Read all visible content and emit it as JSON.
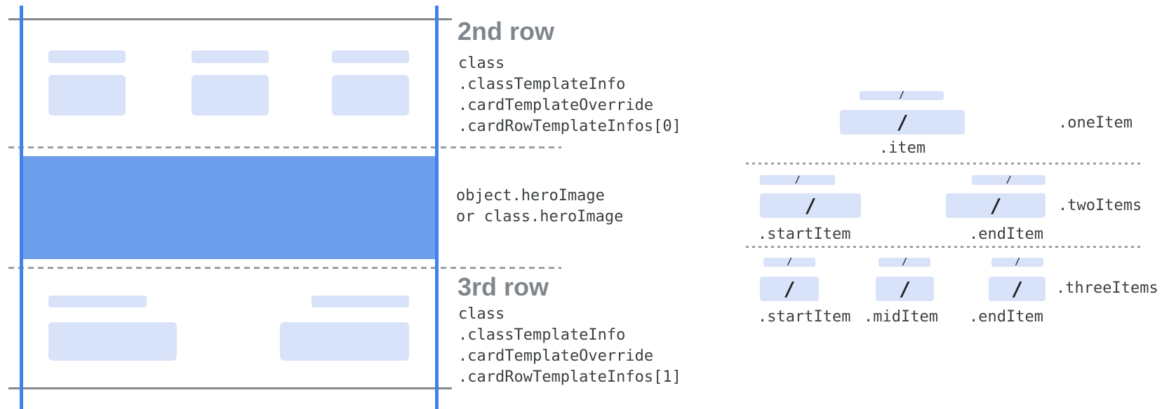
{
  "colors": {
    "accent_blue": "#4181ee",
    "hero_blue": "#6d9eeb",
    "placeholder_blue": "#d8e2f8",
    "line_gray": "#85898e",
    "dash_gray": "#9aa0a6",
    "heading_gray": "#7f868c",
    "code_text": "#3c4043",
    "slash_black": "#1f2023"
  },
  "card": {
    "row2": {
      "heading": "2nd row",
      "code_lines": [
        "class",
        ".classTemplateInfo",
        ".cardTemplateOverride",
        ".cardRowTemplateInfos[0]"
      ]
    },
    "hero": {
      "code_lines": [
        "object.heroImage",
        "or class.heroImage"
      ]
    },
    "row3": {
      "heading": "3rd row",
      "code_lines": [
        "class",
        ".classTemplateInfo",
        ".cardTemplateOverride",
        ".cardRowTemplateInfos[1]"
      ]
    }
  },
  "items_diagram": {
    "slash": "/",
    "rows": [
      {
        "name_label": ".oneItem",
        "items": [
          {
            "label": ".item"
          }
        ]
      },
      {
        "name_label": ".twoItems",
        "items": [
          {
            "label": ".startItem"
          },
          {
            "label": ".endItem"
          }
        ]
      },
      {
        "name_label": ".threeItems",
        "items": [
          {
            "label": ".startItem"
          },
          {
            "label": ".midItem"
          },
          {
            "label": ".endItem"
          }
        ]
      }
    ]
  }
}
